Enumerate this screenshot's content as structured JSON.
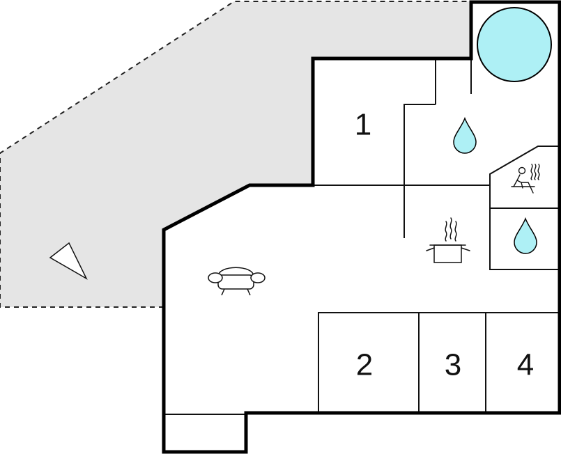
{
  "floorplan": {
    "rooms": [
      {
        "label": "1"
      },
      {
        "label": "2"
      },
      {
        "label": "3"
      },
      {
        "label": "4"
      }
    ],
    "icons": [
      "hot-tub-icon",
      "bathroom-water-drop-icon",
      "sauna-icon",
      "kitchen-pot-icon",
      "living-room-armchair-icon",
      "terrace-viewpoint-icon"
    ],
    "colors": {
      "terrace_fill": "#e5e5e5",
      "water_fill": "#aef0f5",
      "wall": "#000000",
      "background": "#ffffff"
    }
  }
}
